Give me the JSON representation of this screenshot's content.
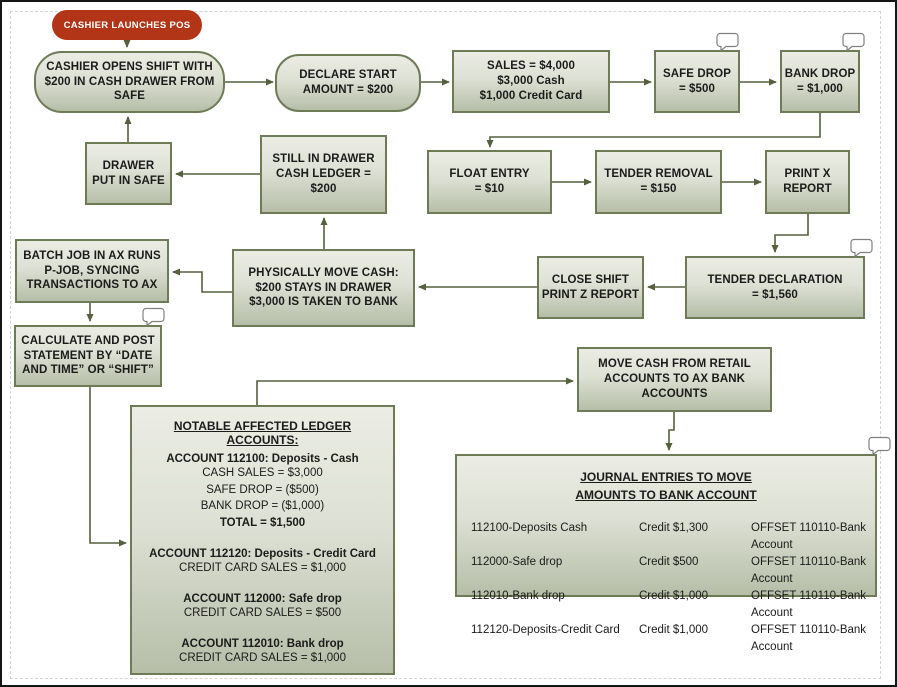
{
  "colors": {
    "accent_red": "#b23517",
    "node_border": "#6e7b57",
    "node_fill_top": "#ebede4",
    "node_fill_bottom": "#b6bea8",
    "connector": "#55603f",
    "text": "#1b1b1b"
  },
  "icons": {
    "comment": "comment-bubble-icon"
  },
  "nodes": {
    "start": {
      "label": "CASHIER LAUNCHES POS"
    },
    "opens_shift": {
      "label": "CASHIER OPENS SHIFT WITH\n$200 IN CASH DRAWER FROM\nSAFE"
    },
    "declare_start": {
      "label": "DECLARE START\nAMOUNT = $200"
    },
    "sales": {
      "label": "SALES = $4,000\n$3,000 Cash\n$1,000 Credit Card"
    },
    "safe_drop": {
      "label": "SAFE DROP\n= $500"
    },
    "bank_drop": {
      "label": "BANK DROP\n= $1,000"
    },
    "drawer_put_in_safe": {
      "label": "DRAWER\nPUT IN SAFE"
    },
    "still_in_drawer": {
      "label": "STILL IN DRAWER\nCASH LEDGER =\n$200"
    },
    "float_entry": {
      "label": "FLOAT ENTRY\n= $10"
    },
    "tender_removal": {
      "label": "TENDER REMOVAL\n= $150"
    },
    "print_x_report": {
      "label": "PRINT X\nREPORT"
    },
    "batch_job": {
      "label": "BATCH JOB IN AX RUNS\nP-JOB, SYNCING\nTRANSACTIONS TO AX"
    },
    "physically_move": {
      "label": "PHYSICALLY MOVE CASH:\n$200 STAYS IN DRAWER\n$3,000 IS TAKEN TO BANK"
    },
    "close_shift": {
      "label": "CLOSE SHIFT\nPRINT Z REPORT"
    },
    "tender_declaration": {
      "label": "TENDER DECLARATION\n= $1,560"
    },
    "calculate_post": {
      "label": "CALCULATE AND POST\nSTATEMENT BY “DATE\nAND TIME” OR “SHIFT”"
    },
    "move_cash": {
      "label": "MOVE CASH FROM RETAIL\nACCOUNTS TO AX BANK\nACCOUNTS"
    }
  },
  "ledger": {
    "title": "NOTABLE AFFECTED LEDGER ACCOUNTS:",
    "sections": [
      {
        "heading": "ACCOUNT 112100: Deposits - Cash",
        "lines": [
          "CASH SALES = $3,000",
          "SAFE DROP = ($500)",
          "BANK DROP = ($1,000)"
        ],
        "total": "TOTAL = $1,500"
      },
      {
        "heading": "ACCOUNT 112120: Deposits - Credit Card",
        "lines": [
          "CREDIT CARD SALES = $1,000"
        ]
      },
      {
        "heading": "ACCOUNT 112000: Safe drop",
        "lines": [
          "CREDIT CARD SALES = $500"
        ]
      },
      {
        "heading": "ACCOUNT 112010: Bank drop",
        "lines": [
          "CREDIT CARD SALES = $1,000"
        ]
      }
    ]
  },
  "journal": {
    "title_line1": "JOURNAL ENTRIES TO MOVE",
    "title_line2": "AMOUNTS TO BANK ACCOUNT",
    "rows": [
      {
        "account": "112100-Deposits Cash",
        "credit": "Credit $1,300",
        "offset": "OFFSET 110110-Bank Account"
      },
      {
        "account": "112000-Safe drop",
        "credit": "Credit $500",
        "offset": "OFFSET 110110-Bank Account"
      },
      {
        "account": "112010-Bank drop",
        "credit": "Credit $1,000",
        "offset": "OFFSET 110110-Bank Account"
      },
      {
        "account": "112120-Deposits-Credit Card",
        "credit": "Credit $1,000",
        "offset": "OFFSET 110110-Bank Account"
      }
    ]
  }
}
